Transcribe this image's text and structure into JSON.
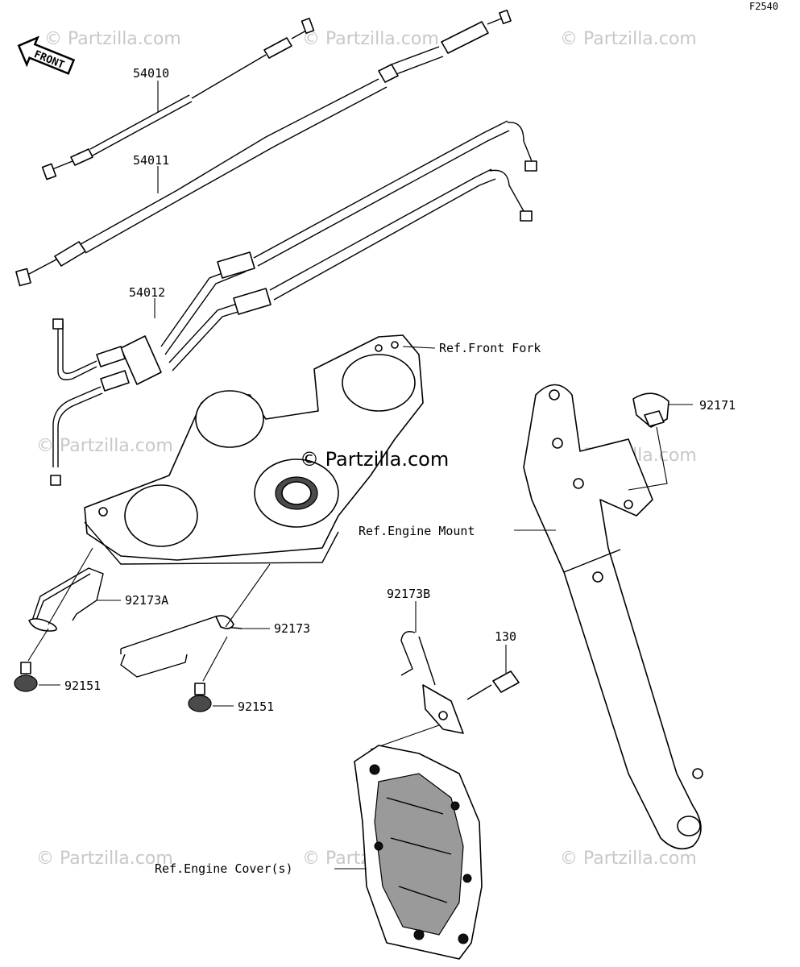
{
  "figure_code": "F2540",
  "front_arrow": "FRONT",
  "part_labels": {
    "p54010": "54010",
    "p54011": "54011",
    "p54012": "54012",
    "ref_front_fork": "Ref.Front Fork",
    "p92171": "92171",
    "ref_engine_mount": "Ref.Engine Mount",
    "p92173A": "92173A",
    "p92173": "92173",
    "p92151_a": "92151",
    "p92151_b": "92151",
    "p92173B": "92173B",
    "p130": "130",
    "ref_engine_cover": "Ref.Engine Cover(s)"
  },
  "watermark": {
    "main": "© Partzilla.com",
    "faint": "© Partzilla.com"
  }
}
